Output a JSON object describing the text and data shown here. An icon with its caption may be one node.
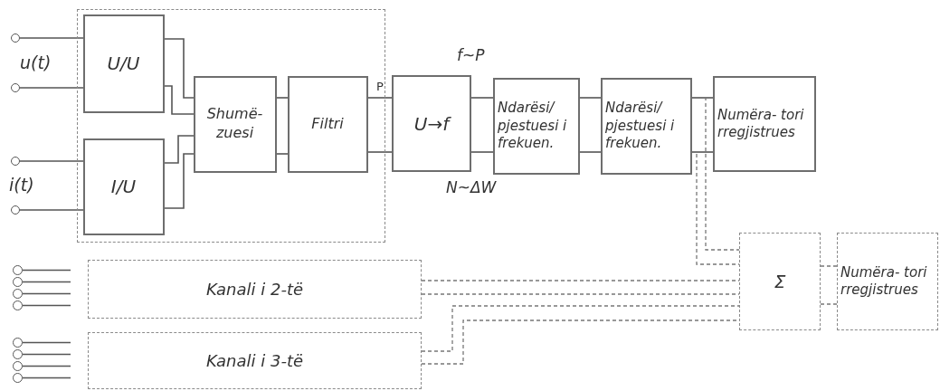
{
  "diagram": {
    "nodes": [
      {
        "text": [],
        "shape": "box"
      },
      {
        "text": [
          "U/U"
        ],
        "in": 0
      },
      {
        "text": [
          "I/U"
        ],
        "in": 0
      },
      {
        "text": [
          "Shumë- zuesi"
        ],
        "in": 0
      },
      {
        "text": [
          "Filtri"
        ],
        "in": 0
      },
      {
        "text": [
          "U→f"
        ],
        "beside": [
          "f~P",
          "N~ΔW"
        ]
      },
      {
        "text": [
          "Ndarësi/ pjestuesi i frekuen."
        ]
      },
      {
        "text": [
          "Ndarësi/ pjestuesi i frekuen."
        ]
      },
      {
        "text": [
          "Numëra- tori rregjistrues"
        ]
      },
      {
        "text": [
          "Σ"
        ]
      },
      {
        "text": [
          "Numëra- tori rregjistrues"
        ]
      },
      {
        "text": [
          "Kanali i 2-të"
        ]
      },
      {
        "text": [
          "Kanali i 3-të"
        ]
      },
      {
        "text": [],
        "shape": "circle"
      },
      {
        "text": [],
        "shape": "circle"
      },
      {
        "text": [],
        "shape": "circle"
      },
      {
        "text": [],
        "shape": "circle"
      },
      {
        "text": [],
        "shape": "circle"
      },
      {
        "text": [],
        "shape": "circle"
      },
      {
        "text": [],
        "shape": "circle"
      },
      {
        "text": [],
        "shape": "circle"
      },
      {
        "text": [],
        "shape": "circle"
      },
      {
        "text": [],
        "shape": "circle"
      },
      {
        "text": [],
        "shape": "circle"
      },
      {
        "text": [],
        "shape": "circle"
      }
    ],
    "edges": [
      {
        "from": 13,
        "to": 1,
        "arrow": "none"
      },
      {
        "from": 14,
        "to": 1,
        "arrow": "none"
      },
      {
        "from": 15,
        "to": 2,
        "arrow": "none"
      },
      {
        "from": 16,
        "to": 2,
        "arrow": "none"
      },
      {
        "from": 1,
        "to": 3,
        "arrow": "none"
      },
      {
        "from": 1,
        "to": 3,
        "arrow": "none"
      },
      {
        "from": 2,
        "to": 3,
        "arrow": "none"
      },
      {
        "from": 2,
        "to": 3,
        "arrow": "none"
      },
      {
        "from": 3,
        "to": 4,
        "arrow": "none"
      },
      {
        "from": 3,
        "to": 4,
        "arrow": "none"
      },
      {
        "from": 4,
        "to": 5,
        "arrow": "none",
        "label": "P"
      },
      {
        "from": 4,
        "to": 5,
        "arrow": "none"
      },
      {
        "from": 5,
        "to": 6,
        "arrow": "none"
      },
      {
        "from": 5,
        "to": 6,
        "arrow": "none"
      },
      {
        "from": 6,
        "to": 7,
        "arrow": "none"
      },
      {
        "from": 6,
        "to": 7,
        "arrow": "none"
      },
      {
        "from": 7,
        "to": 8,
        "arrow": "none"
      },
      {
        "from": 7,
        "to": 8,
        "arrow": "none"
      },
      {
        "from": 7,
        "to": 9,
        "arrow": "none",
        "style": "dashed"
      },
      {
        "from": 7,
        "to": 9,
        "arrow": "none",
        "style": "dashed"
      },
      {
        "from": 11,
        "to": 9,
        "arrow": "none",
        "style": "dashed"
      },
      {
        "from": 11,
        "to": 9,
        "arrow": "none",
        "style": "dashed"
      },
      {
        "from": 12,
        "to": 9,
        "arrow": "none",
        "style": "dashed"
      },
      {
        "from": 12,
        "to": 9,
        "arrow": "none",
        "style": "dashed"
      },
      {
        "from": 9,
        "to": 10,
        "arrow": "none",
        "style": "dashed"
      },
      {
        "from": 9,
        "to": 10,
        "arrow": "none",
        "style": "dashed"
      },
      {
        "from": 17,
        "to": null,
        "arrow": "none"
      },
      {
        "from": 18,
        "to": null,
        "arrow": "none"
      },
      {
        "from": 19,
        "to": null,
        "arrow": "none"
      },
      {
        "from": 20,
        "to": null,
        "arrow": "none"
      },
      {
        "from": 21,
        "to": null,
        "arrow": "none"
      },
      {
        "from": 22,
        "to": null,
        "arrow": "none"
      },
      {
        "from": 23,
        "to": null,
        "arrow": "none"
      },
      {
        "from": 24,
        "to": null,
        "arrow": "none"
      }
    ],
    "labels": [
      "u(t)",
      "i(t)"
    ]
  }
}
